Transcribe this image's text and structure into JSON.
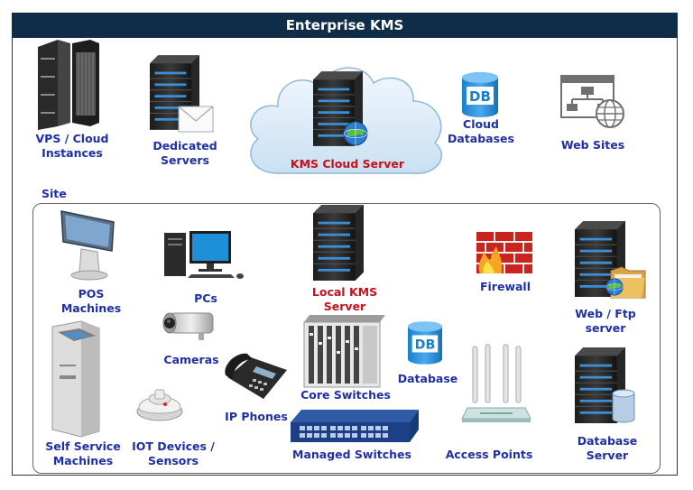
{
  "header": {
    "title": "Enterprise KMS"
  },
  "cloud_tier": {
    "vps": {
      "line1": "VPS / Cloud",
      "line2": "Instances",
      "icon": "mainframe-icon"
    },
    "dedicated": {
      "line1": "Dedicated",
      "line2": "Servers",
      "icon": "mail-server-icon"
    },
    "kms_cloud": {
      "label": "KMS Cloud Server",
      "icon": "cloud-server-icon"
    },
    "cloud_db": {
      "line1": "Cloud",
      "line2": "Databases",
      "icon_text": "DB"
    },
    "web_sites": {
      "label": "Web Sites",
      "icon": "web-sitemap-icon"
    }
  },
  "site": {
    "label": "Site",
    "pos": {
      "line1": "POS",
      "line2": "Machines"
    },
    "pcs": {
      "label": "PCs"
    },
    "local_kms": {
      "line1": "Local KMS",
      "line2": "Server"
    },
    "firewall": {
      "label": "Firewall"
    },
    "web_ftp": {
      "line1": "Web / Ftp",
      "line2": "server"
    },
    "cameras": {
      "label": "Cameras"
    },
    "core_switches": {
      "label": "Core Switches"
    },
    "database": {
      "label": "Database",
      "icon_text": "DB"
    },
    "self_service": {
      "line1": "Self Service",
      "line2": "Machines"
    },
    "iot": {
      "line1": "IOT Devices /",
      "line2": "Sensors"
    },
    "ip_phones": {
      "label": "IP Phones"
    },
    "managed_switches": {
      "label": "Managed Switches"
    },
    "access_points": {
      "label": "Access Points"
    },
    "db_server": {
      "line1": "Database",
      "line2": "Server"
    }
  },
  "colors": {
    "header_bg": "#0f2d49",
    "label_blue": "#1f2fa6",
    "label_red": "#c8101c",
    "server_accent": "#3a8fd6"
  }
}
